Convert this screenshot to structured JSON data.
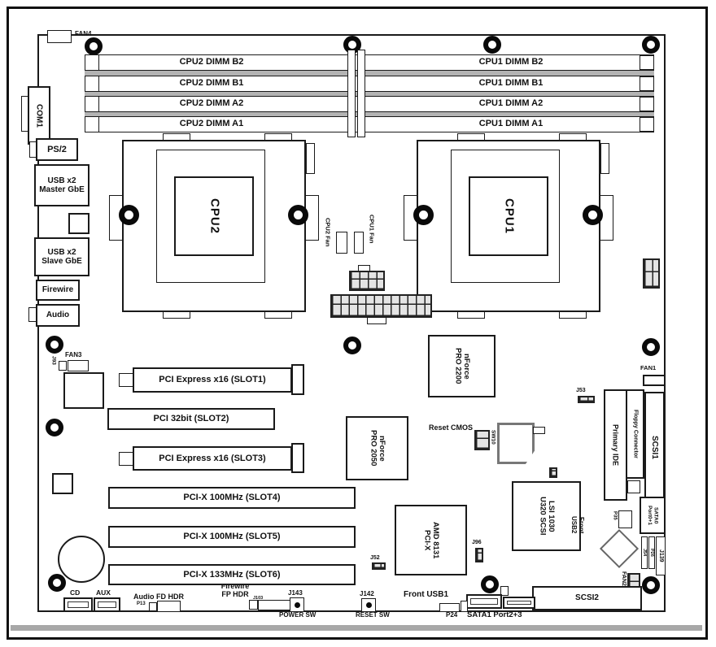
{
  "diagram": {
    "type": "motherboard-layout",
    "colors": {
      "line": "#1a1a1a",
      "fill": "#ffffff",
      "shade": "#a8a8a8"
    },
    "labels": {
      "fan4": "FAN4",
      "com1": "COM1",
      "dimm": {
        "cpu2": [
          "CPU2 DIMM B2",
          "CPU2 DIMM B1",
          "CPU2 DIMM A2",
          "CPU2 DIMM A1"
        ],
        "cpu1": [
          "CPU1 DIMM B2",
          "CPU1 DIMM B1",
          "CPU1 DIMM A2",
          "CPU1 DIMM A1"
        ]
      },
      "ps2": "PS/2",
      "usb_master": "USB x2\nMaster GbE",
      "usb_slave": "USB x2\nSlave GbE",
      "firewire": "Firewire",
      "audio": "Audio",
      "cpu2": "CPU2",
      "cpu1": "CPU1",
      "cpu2_fan": "CPU2 Fan",
      "cpu1_fan": "CPU1 Fan",
      "fan1": "FAN1",
      "fan2": "FAN2",
      "fan3": "FAN3",
      "j93": "J93",
      "nforce_2200": "nForce\nPRO 2200",
      "nforce_2050": "nForce\nPRO 2050",
      "amd_8131": "AMD 8131\nPCI-X",
      "lsi_1030": "LSI 1030\nU320 SCSI",
      "slots": [
        "PCI Express x16 (SLOT1)",
        "PCI 32bit (SLOT2)",
        "PCI Express x16 (SLOT3)",
        "PCI-X 100MHz (SLOT4)",
        "PCI-X 100MHz (SLOT5)",
        "PCI-X 133MHz (SLOT6)"
      ],
      "reset_cmos": "Reset CMOS",
      "sw10": "SW10",
      "j53": "J53",
      "floppy": "Floppy Connector",
      "primary_ide": "Primary IDE",
      "scsi1": "SCSI1",
      "scsi2": "SCSI2",
      "sata0": "SATA0\nPort0+1",
      "j139": "J139",
      "j54": "J54",
      "p26": "P26",
      "p35": "P35",
      "front_usb2": "Front\nUSB2",
      "front_usb1": "Front USB1",
      "p24": "P24",
      "sata1": "SATA1 Port2+3",
      "j142": "J142",
      "reset_sw": "RESET SW",
      "j143": "J143",
      "power_sw": "POWER SW",
      "fp_hdr": "Firewire\nFP HDR",
      "j103": "J103",
      "audio_fd_hdr": "Audio FD HDR",
      "p13": "P13",
      "cd": "CD",
      "aux": "AUX",
      "j52": "J52",
      "j96": "J96"
    }
  }
}
